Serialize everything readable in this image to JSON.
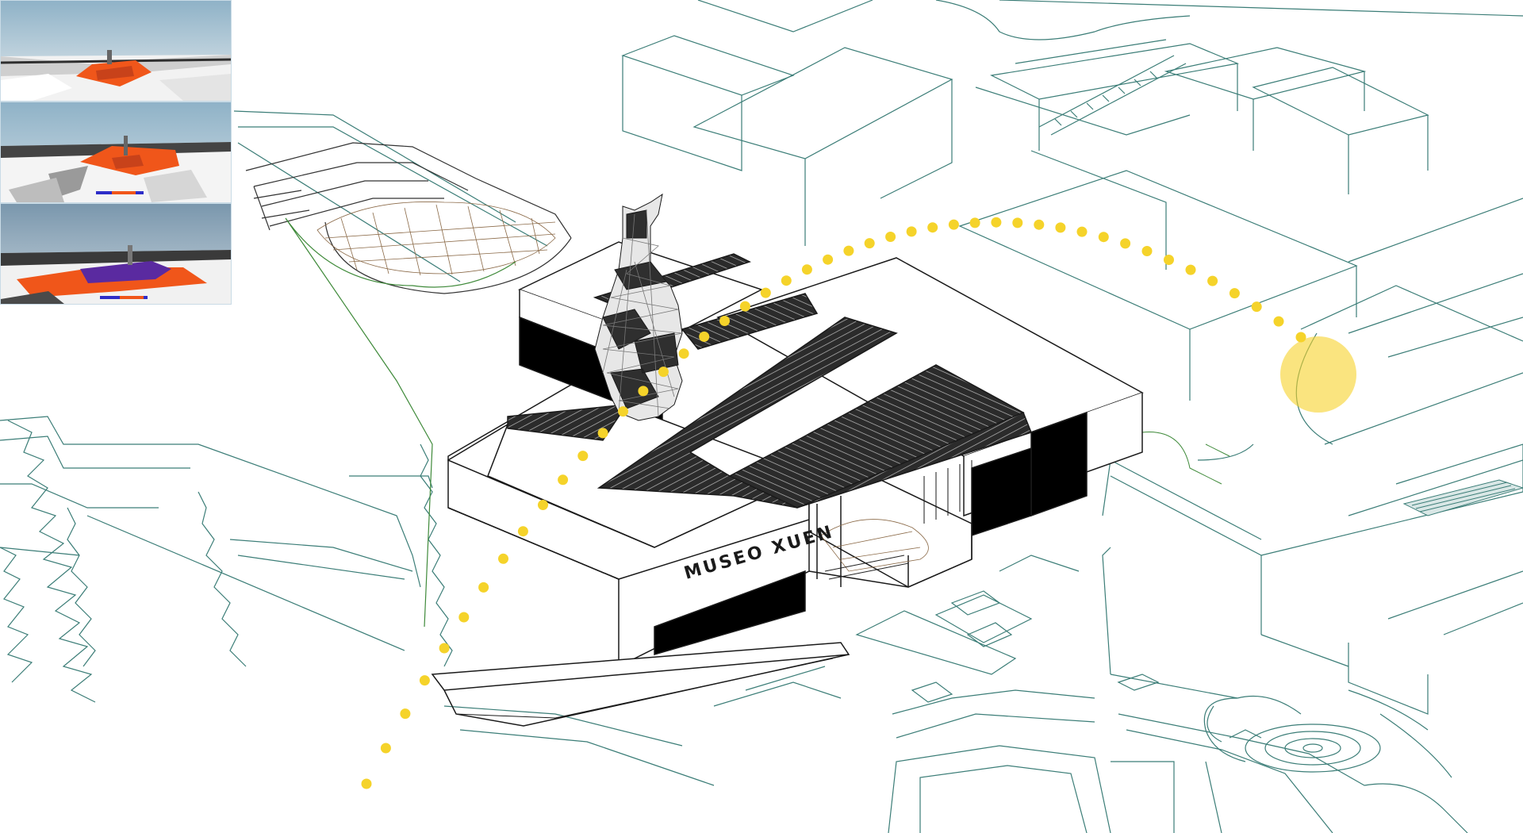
{
  "building_sign": "MUSEO XUEN",
  "sun_path_color": "#f5d32a",
  "sun_color": "#f6d22a",
  "map_line_color": "#3b7d77",
  "building_line_color": "#1a1a1a",
  "shadow_study_thumbnails": [
    {
      "name": "sun-study-1",
      "shadow_color": "#f0561a"
    },
    {
      "name": "sun-study-2",
      "shadow_color": "#f0561a"
    },
    {
      "name": "sun-study-3",
      "shadow_color": "#5a2aa0"
    }
  ]
}
